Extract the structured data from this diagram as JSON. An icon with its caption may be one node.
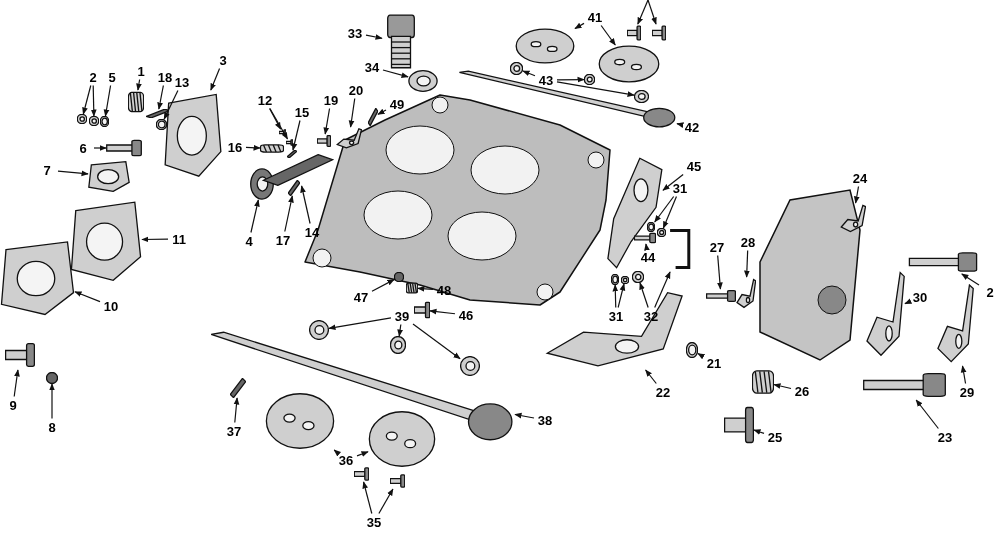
{
  "diagram": {
    "nodes": [
      {
        "text": [
          "1"
        ]
      },
      {
        "text": [],
        "shape": "picture"
      },
      {
        "text": [
          "2"
        ]
      },
      {
        "text": [],
        "shape": "picture"
      },
      {
        "text": [],
        "shape": "picture"
      },
      {
        "text": [
          "5"
        ]
      },
      {
        "text": [],
        "shape": "picture"
      },
      {
        "text": [
          "18"
        ]
      },
      {
        "text": [],
        "shape": "picture"
      },
      {
        "text": [
          "13"
        ]
      },
      {
        "text": [],
        "shape": "picture"
      },
      {
        "text": [
          "3"
        ]
      },
      {
        "text": [],
        "shape": "picture"
      },
      {
        "text": [
          "12"
        ]
      },
      {
        "text": [],
        "shape": "picture"
      },
      {
        "text": [],
        "shape": "picture"
      },
      {
        "text": [
          "15"
        ]
      },
      {
        "text": [],
        "shape": "bar"
      },
      {
        "text": [
          "16"
        ]
      },
      {
        "text": [],
        "shape": "picture"
      },
      {
        "text": [
          "19"
        ]
      },
      {
        "text": [],
        "shape": "picture"
      },
      {
        "text": [
          "20"
        ]
      },
      {
        "text": [],
        "shape": "picture"
      },
      {
        "text": [
          "6"
        ]
      },
      {
        "text": [],
        "shape": "picture"
      },
      {
        "text": [
          "7"
        ]
      },
      {
        "text": [],
        "shape": "picture"
      },
      {
        "text": [
          "11"
        ]
      },
      {
        "text": [],
        "shape": "picture"
      },
      {
        "text": [
          "4"
        ]
      },
      {
        "text": [],
        "shape": "picture"
      },
      {
        "text": [
          "17"
        ]
      },
      {
        "text": [],
        "shape": "bar"
      },
      {
        "text": [
          "14"
        ]
      },
      {
        "text": [],
        "shape": "bar"
      },
      {
        "text": [
          "10"
        ]
      },
      {
        "text": [],
        "shape": "picture"
      },
      {
        "text": [
          "9"
        ]
      },
      {
        "text": [],
        "shape": "picture"
      },
      {
        "text": [
          "8"
        ]
      },
      {
        "text": [],
        "shape": "circle"
      },
      {
        "text": [
          "33"
        ]
      },
      {
        "text": [],
        "shape": "picture"
      },
      {
        "text": [
          "34"
        ]
      },
      {
        "text": [],
        "shape": "picture"
      },
      {
        "text": [
          "49"
        ]
      },
      {
        "text": [],
        "shape": "bar"
      },
      {
        "text": [
          "41"
        ]
      },
      {
        "text": [],
        "shape": "picture"
      },
      {
        "text": [],
        "shape": "picture"
      },
      {
        "text": [
          "43"
        ]
      },
      {
        "text": [],
        "shape": "picture"
      },
      {
        "text": [],
        "shape": "picture"
      },
      {
        "text": [],
        "shape": "picture"
      },
      {
        "text": [
          "42"
        ]
      },
      {
        "text": [],
        "shape": "picture"
      },
      {
        "text": [],
        "shape": "picture"
      },
      {
        "text": [],
        "shape": "picture"
      },
      {
        "text": [
          "45"
        ]
      },
      {
        "text": [],
        "shape": "picture"
      },
      {
        "text": [
          "31"
        ]
      },
      {
        "text": [],
        "shape": "picture"
      },
      {
        "text": [],
        "shape": "picture"
      },
      {
        "text": [
          "44"
        ]
      },
      {
        "text": [],
        "shape": "picture"
      },
      {
        "text": [
          "31"
        ]
      },
      {
        "text": [],
        "shape": "picture"
      },
      {
        "text": [],
        "shape": "picture"
      },
      {
        "text": [
          "32"
        ]
      },
      {
        "text": [],
        "shape": "picture"
      },
      {
        "text": [],
        "shape": "picture"
      },
      {
        "text": [
          "27"
        ]
      },
      {
        "text": [],
        "shape": "picture"
      },
      {
        "text": [
          "28"
        ]
      },
      {
        "text": [],
        "shape": "picture"
      },
      {
        "text": [
          "24"
        ]
      },
      {
        "text": [],
        "shape": "picture"
      },
      {
        "text": [
          "2"
        ]
      },
      {
        "text": [],
        "shape": "picture"
      },
      {
        "text": [
          "30"
        ]
      },
      {
        "text": [],
        "shape": "picture"
      },
      {
        "text": [
          "29"
        ]
      },
      {
        "text": [],
        "shape": "picture"
      },
      {
        "text": [
          "23"
        ]
      },
      {
        "text": [],
        "shape": "picture"
      },
      {
        "text": [
          "26"
        ]
      },
      {
        "text": [],
        "shape": "picture"
      },
      {
        "text": [
          "25"
        ]
      },
      {
        "text": [],
        "shape": "picture"
      },
      {
        "text": [
          "21"
        ]
      },
      {
        "text": [],
        "shape": "picture"
      },
      {
        "text": [
          "22"
        ]
      },
      {
        "text": [],
        "shape": "picture"
      },
      {
        "text": [
          "38"
        ]
      },
      {
        "text": [],
        "shape": "picture"
      },
      {
        "text": [
          "47"
        ]
      },
      {
        "text": [],
        "shape": "circle"
      },
      {
        "text": [
          "48"
        ]
      },
      {
        "text": [],
        "shape": "picture"
      },
      {
        "text": [
          "46"
        ]
      },
      {
        "text": [],
        "shape": "picture"
      },
      {
        "text": [
          "39"
        ]
      },
      {
        "text": [],
        "shape": "picture"
      },
      {
        "text": [],
        "shape": "picture"
      },
      {
        "text": [],
        "shape": "picture"
      },
      {
        "text": [
          "37"
        ]
      },
      {
        "text": [],
        "shape": "bar"
      },
      {
        "text": [
          "36"
        ]
      },
      {
        "text": [],
        "shape": "picture"
      },
      {
        "text": [],
        "shape": "picture"
      },
      {
        "text": [
          "35"
        ]
      },
      {
        "text": [],
        "shape": "picture"
      },
      {
        "text": [],
        "shape": "picture"
      }
    ],
    "edges": [
      {
        "from": 0,
        "to": 1,
        "arrow": "to"
      },
      {
        "from": 2,
        "to": 3,
        "arrow": "to"
      },
      {
        "from": 2,
        "to": 4,
        "arrow": "to"
      },
      {
        "from": 5,
        "to": 6,
        "arrow": "to"
      },
      {
        "from": 7,
        "to": 8,
        "arrow": "to"
      },
      {
        "from": 9,
        "to": 10,
        "arrow": "to"
      },
      {
        "from": 11,
        "to": 12,
        "arrow": "to"
      },
      {
        "from": 13,
        "to": 14,
        "arrow": "to"
      },
      {
        "from": 13,
        "to": 15,
        "arrow": "to"
      },
      {
        "from": 16,
        "to": 17,
        "arrow": "to"
      },
      {
        "from": 18,
        "to": 19,
        "arrow": "to"
      },
      {
        "from": 20,
        "to": 21,
        "arrow": "to"
      },
      {
        "from": 22,
        "to": 23,
        "arrow": "to"
      },
      {
        "from": 24,
        "to": 25,
        "arrow": "to"
      },
      {
        "from": 26,
        "to": 27,
        "arrow": "to"
      },
      {
        "from": 28,
        "to": 29,
        "arrow": "to"
      },
      {
        "from": 30,
        "to": 31,
        "arrow": "to"
      },
      {
        "from": 32,
        "to": 33,
        "arrow": "to"
      },
      {
        "from": 34,
        "to": 35,
        "arrow": "to"
      },
      {
        "from": 36,
        "to": 37,
        "arrow": "to"
      },
      {
        "from": 38,
        "to": 39,
        "arrow": "to"
      },
      {
        "from": 40,
        "to": 41,
        "arrow": "to"
      },
      {
        "from": 42,
        "to": 43,
        "arrow": "to"
      },
      {
        "from": 44,
        "to": 45,
        "arrow": "to"
      },
      {
        "from": 46,
        "to": 47,
        "arrow": "to"
      },
      {
        "from": 48,
        "to": 49,
        "arrow": "to"
      },
      {
        "from": 48,
        "to": 50,
        "arrow": "to"
      },
      {
        "from": 51,
        "to": 52,
        "arrow": "to"
      },
      {
        "from": 51,
        "to": 53,
        "arrow": "to"
      },
      {
        "from": 51,
        "to": 54,
        "arrow": "to"
      },
      {
        "from": 55,
        "to": 56,
        "arrow": "to"
      },
      {
        "from": null,
        "to": 57,
        "arrow": "to"
      },
      {
        "from": null,
        "to": 58,
        "arrow": "to"
      },
      {
        "from": 59,
        "to": 60,
        "arrow": "to"
      },
      {
        "from": 61,
        "to": 62,
        "arrow": "to"
      },
      {
        "from": 61,
        "to": 63,
        "arrow": "to"
      },
      {
        "from": 64,
        "to": 65,
        "arrow": "to"
      },
      {
        "from": 66,
        "to": 67,
        "arrow": "to"
      },
      {
        "from": 66,
        "to": 68,
        "arrow": "to"
      },
      {
        "from": 69,
        "to": 70,
        "arrow": "to"
      },
      {
        "from": 69,
        "to": 71,
        "arrow": "to"
      },
      {
        "from": 72,
        "to": 73,
        "arrow": "to"
      },
      {
        "from": 74,
        "to": 75,
        "arrow": "to"
      },
      {
        "from": 76,
        "to": 77,
        "arrow": "to"
      },
      {
        "from": 78,
        "to": 79,
        "arrow": "to"
      },
      {
        "from": 80,
        "to": 81,
        "arrow": "to"
      },
      {
        "from": 82,
        "to": 83,
        "arrow": "to"
      },
      {
        "from": 84,
        "to": 85,
        "arrow": "to"
      },
      {
        "from": 86,
        "to": 87,
        "arrow": "to"
      },
      {
        "from": 88,
        "to": 89,
        "arrow": "to"
      },
      {
        "from": 90,
        "to": 91,
        "arrow": "to"
      },
      {
        "from": 92,
        "to": 93,
        "arrow": "to"
      },
      {
        "from": 94,
        "to": 95,
        "arrow": "to"
      },
      {
        "from": 96,
        "to": 97,
        "arrow": "to"
      },
      {
        "from": 98,
        "to": 99,
        "arrow": "to"
      },
      {
        "from": 100,
        "to": 101,
        "arrow": "to"
      },
      {
        "from": 102,
        "to": 103,
        "arrow": "to"
      },
      {
        "from": 102,
        "to": 104,
        "arrow": "to"
      },
      {
        "from": 102,
        "to": 105,
        "arrow": "to"
      },
      {
        "from": 106,
        "to": 107,
        "arrow": "to"
      },
      {
        "from": 108,
        "to": 109,
        "arrow": "to"
      },
      {
        "from": 108,
        "to": 110,
        "arrow": "to"
      },
      {
        "from": 111,
        "to": 112,
        "arrow": "to"
      },
      {
        "from": 111,
        "to": 113,
        "arrow": "to"
      }
    ]
  }
}
